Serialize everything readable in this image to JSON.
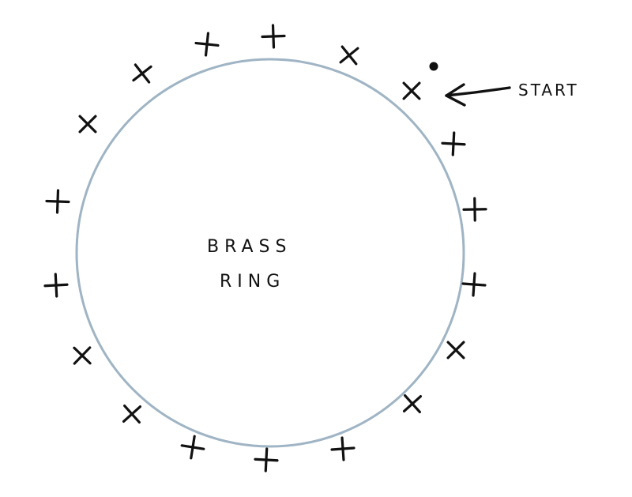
{
  "diagram": {
    "center_label_line1": "BRASS",
    "center_label_line2": "RING",
    "start_label": "START",
    "colors": {
      "ring": "#9fb4c4",
      "ink": "#111111"
    },
    "marks": [
      {
        "position": "12 o'clock",
        "shape": "plus"
      },
      {
        "position": "12:30",
        "shape": "cross"
      },
      {
        "position": "1 o'clock (start)",
        "shape": "cross"
      },
      {
        "position": "1:30",
        "shape": "plus"
      },
      {
        "position": "2:30",
        "shape": "plus"
      },
      {
        "position": "3 o'clock",
        "shape": "plus"
      },
      {
        "position": "3:30",
        "shape": "cross"
      },
      {
        "position": "4:30",
        "shape": "cross"
      },
      {
        "position": "5 o'clock",
        "shape": "plus"
      },
      {
        "position": "6 o'clock",
        "shape": "plus"
      },
      {
        "position": "6:30",
        "shape": "plus"
      },
      {
        "position": "7 o'clock",
        "shape": "cross"
      },
      {
        "position": "7:30",
        "shape": "cross"
      },
      {
        "position": "8:30",
        "shape": "plus"
      },
      {
        "position": "9 o'clock",
        "shape": "plus"
      },
      {
        "position": "10 o'clock",
        "shape": "cross"
      },
      {
        "position": "10:30",
        "shape": "cross"
      },
      {
        "position": "11 o'clock",
        "shape": "plus"
      }
    ]
  }
}
